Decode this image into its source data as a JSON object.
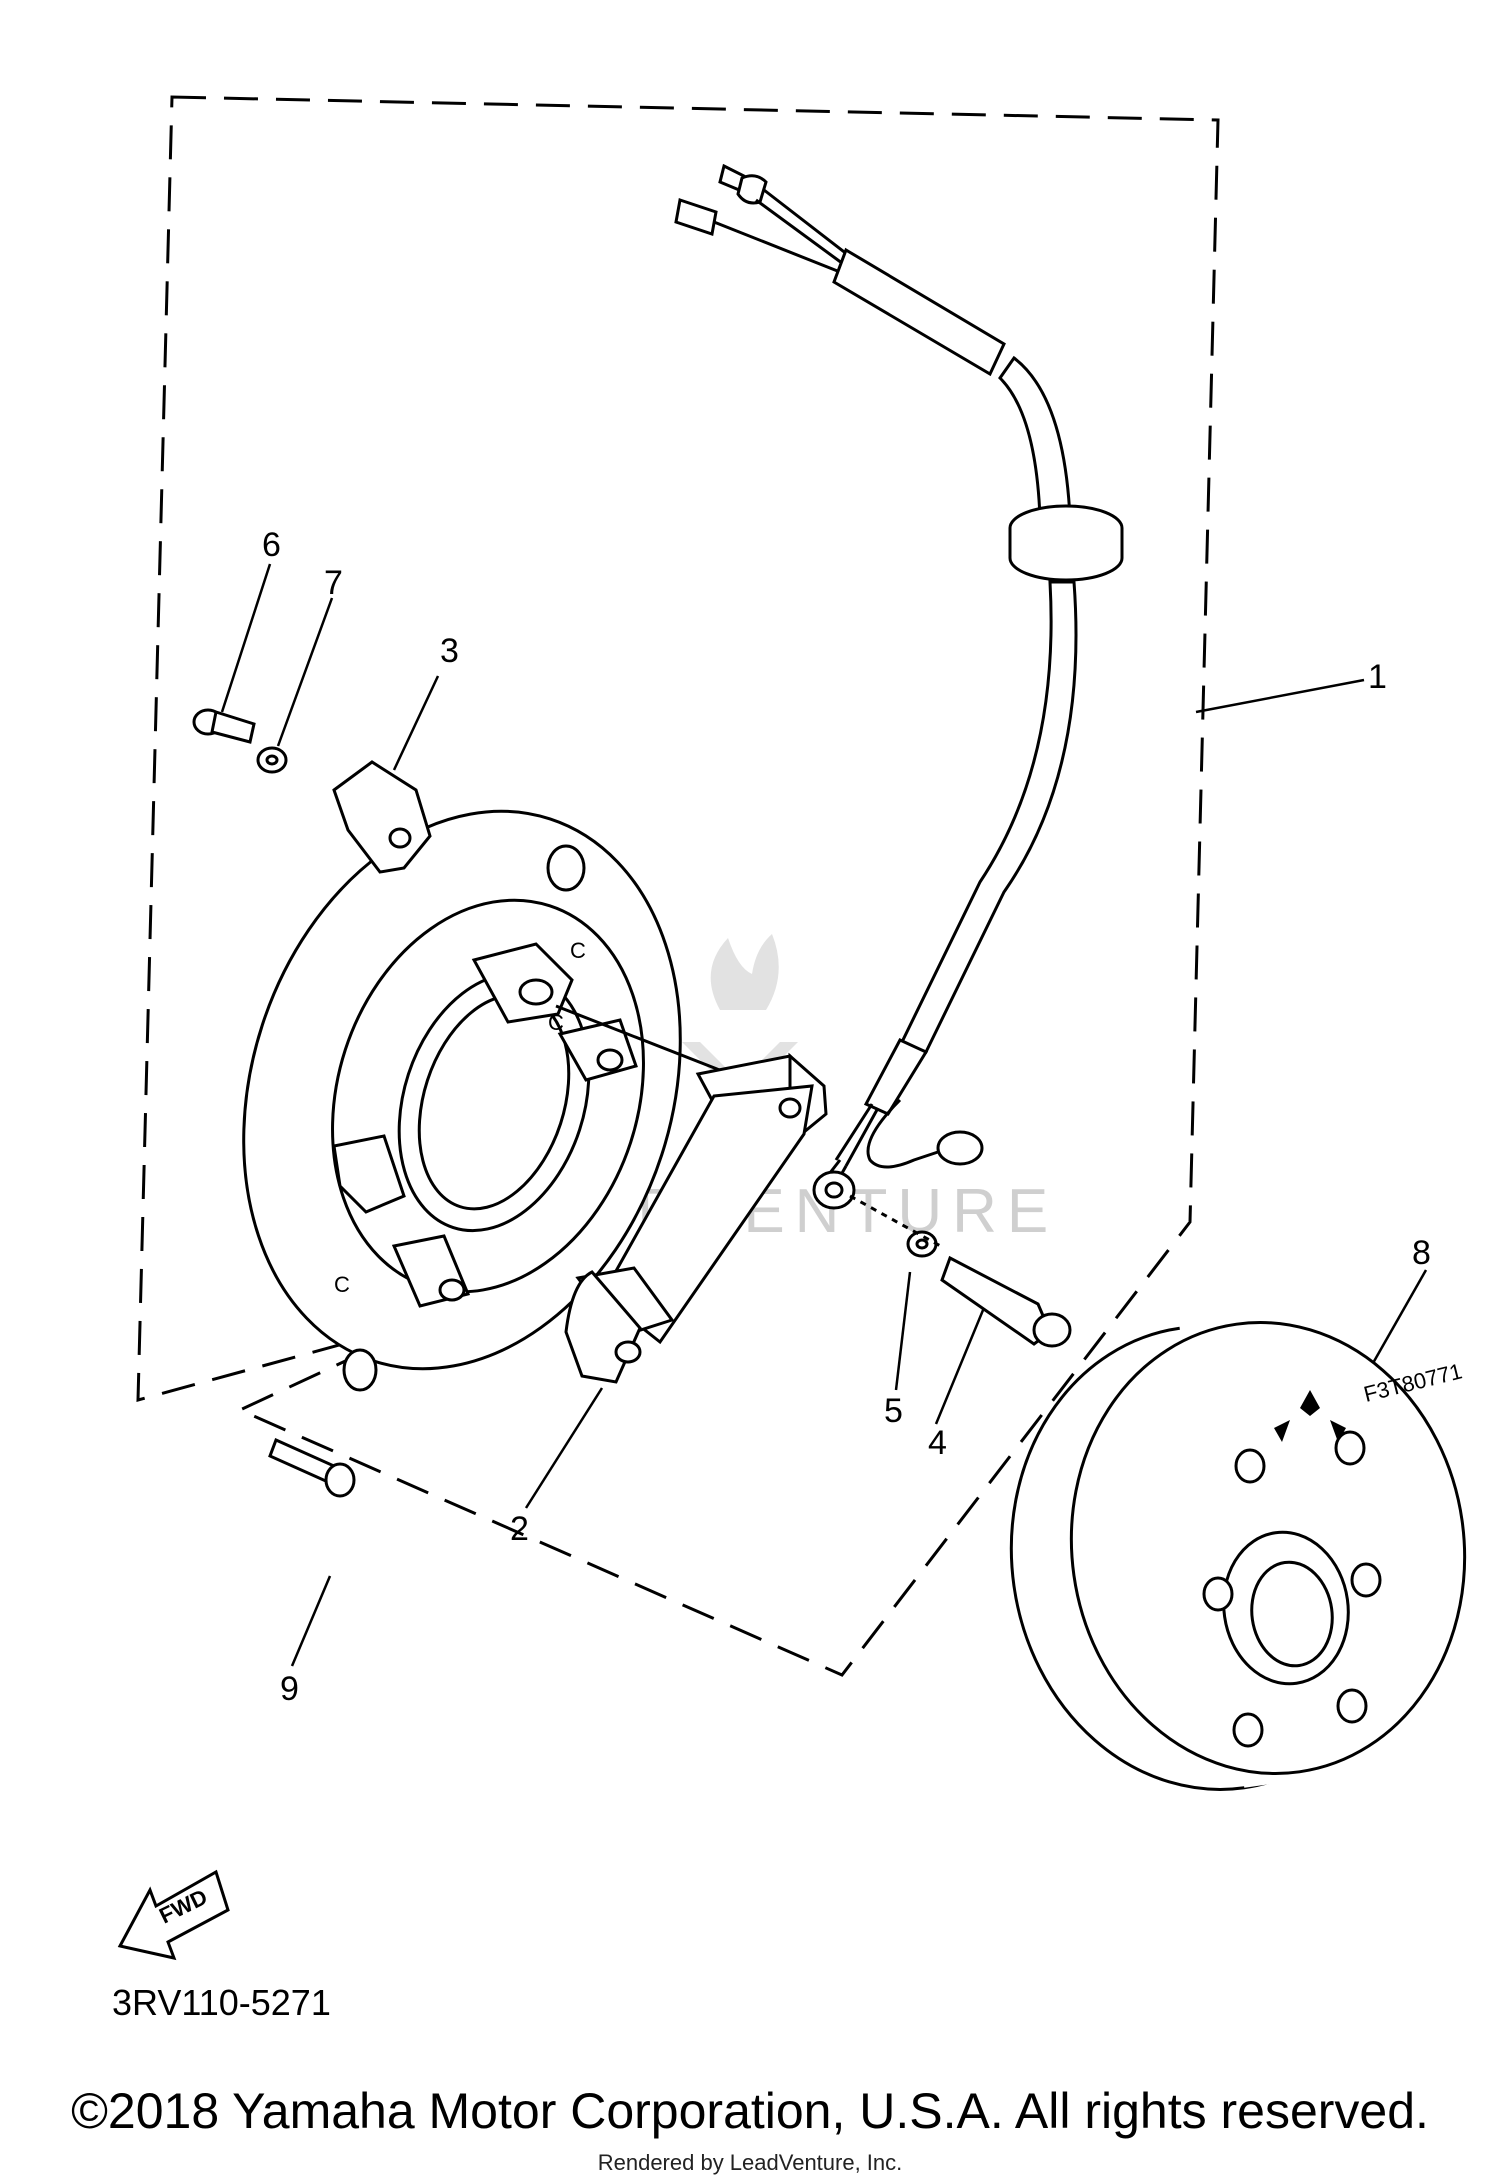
{
  "callouts": [
    "1",
    "2",
    "3",
    "4",
    "5",
    "6",
    "7",
    "8",
    "9"
  ],
  "rotor_marking": "F3T80771",
  "direction_label": "FWD",
  "watermark": "LEADVENTURE",
  "figure_code": "3RV110-5271",
  "copyright": "©2018 Yamaha Motor Corporation, U.S.A. All rights reserved.",
  "rendered_by": "Rendered by LeadVenture, Inc."
}
